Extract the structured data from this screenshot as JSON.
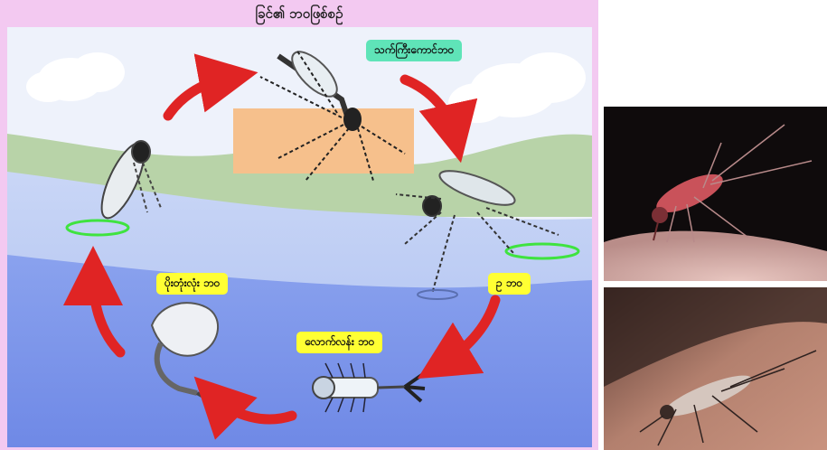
{
  "diagram": {
    "title": "ခြင်၏ ဘဝဖြစ်စဉ်",
    "stages": {
      "adult": "သက်ကြီးကောင်ဘဝ",
      "egg": "ဥ ဘဝ",
      "larva": "လောက်လန်း ဘဝ",
      "pupa": "ပိုးတုံးလုံး ဘဝ"
    },
    "colors": {
      "frame": "#f3c9f1",
      "sky": "#eef2fb",
      "hills": "#b8d3a8",
      "water_light": "#b7c8f2",
      "water_deep": "#7d96ea",
      "arrow": "#e02424",
      "adult_label": "#5fe4b8",
      "stage_label": "#ffff33",
      "skin_patch": "#f6c08c"
    }
  },
  "photos": [
    {
      "subject": "mosquito-feeding-on-skin",
      "background": "#0f0b0c"
    },
    {
      "subject": "mosquito-on-skin-closeup",
      "background": "#2a1d1a"
    }
  ]
}
